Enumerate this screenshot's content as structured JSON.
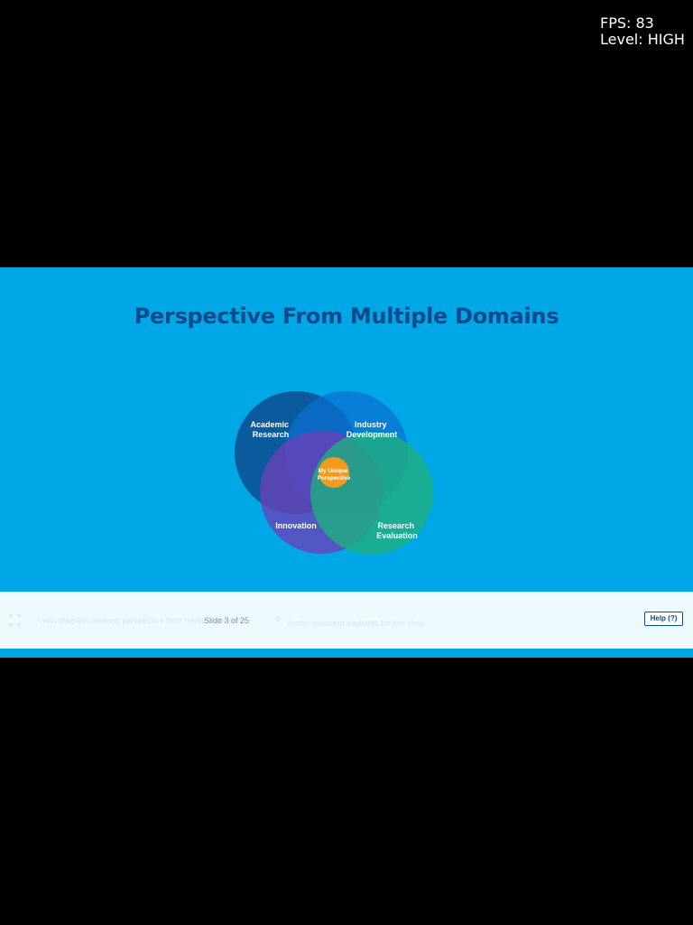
{
  "overlay": {
    "fps_line": "FPS: 83",
    "level_line": "Level: HIGH"
  },
  "slide": {
    "title": "Perspective From Multiple Domains",
    "background_color": "#00a7e6",
    "title_color": "#0b4b8c",
    "venn": {
      "circles": [
        {
          "id": "academic",
          "label_lines": [
            "Academic",
            "Research"
          ],
          "color": "#0b4b8c"
        },
        {
          "id": "industry",
          "label_lines": [
            "Industry",
            "Development"
          ],
          "color": "#0a6fd1"
        },
        {
          "id": "innovation",
          "label_lines": [
            "Innovation"
          ],
          "color": "#6a40b8"
        },
        {
          "id": "research-eval",
          "label_lines": [
            "Research",
            "Evaluation"
          ],
          "color": "#1fb080"
        }
      ],
      "center": {
        "label_lines": [
          "My Unique",
          "Perspective"
        ],
        "color": "#f59a1b"
      }
    }
  },
  "controls": {
    "fullscreen_icon": "fullscreen-icon",
    "slide_description": "Venn diagram showing perspective from multiple domains",
    "slide_counter": "Slide 3 of 25",
    "audio_description": "Audio: narration available for this slide",
    "help_label": "Help (?)"
  }
}
